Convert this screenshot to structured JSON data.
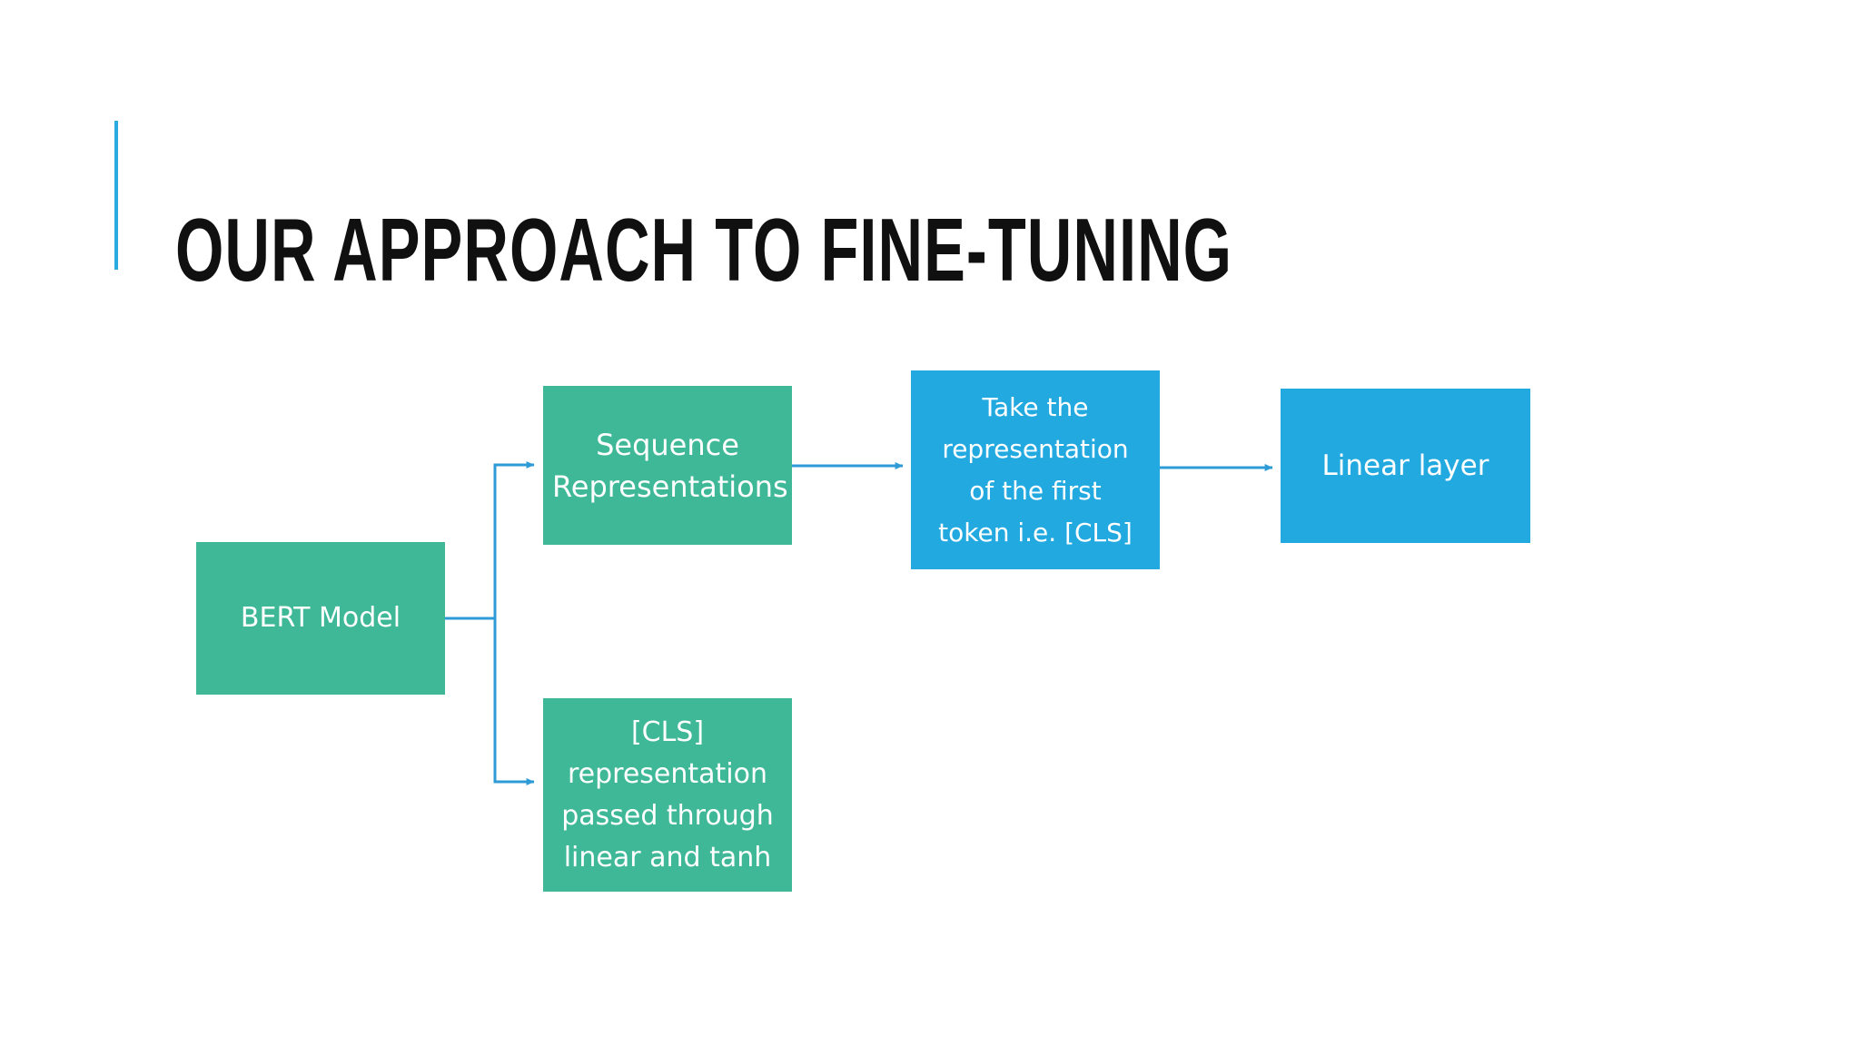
{
  "slide": {
    "title": "Our approach to fine-tuning",
    "background_color": "#FFFFFF",
    "title_color": "#101010",
    "accent_bar_color": "#29ABE2"
  },
  "palette": {
    "green": "#3FB898",
    "blue": "#22A9E0",
    "connector": "#2E9BD6",
    "node_text": "#FFFFFF"
  },
  "diagram": {
    "type": "flowchart",
    "nodes": [
      {
        "id": "bert",
        "label": "BERT Model",
        "color": "#3FB898",
        "shape": "rectangle"
      },
      {
        "id": "sequence",
        "label": "Sequence\nRepresentations",
        "color": "#3FB898",
        "shape": "rectangle"
      },
      {
        "id": "cls-pooled",
        "label": "[CLS]\nrepresentation\npassed through\nlinear and tanh",
        "color": "#3FB898",
        "shape": "rectangle"
      },
      {
        "id": "take-first-token",
        "label": "Take the\nrepresentation\nof the first\ntoken i.e. [CLS]",
        "color": "#22A9E0",
        "shape": "rectangle"
      },
      {
        "id": "linear-layer",
        "label": "Linear layer",
        "color": "#22A9E0",
        "shape": "rectangle"
      }
    ],
    "edges": [
      {
        "from": "bert",
        "to": "sequence",
        "style": "elbow",
        "arrowhead": true
      },
      {
        "from": "bert",
        "to": "cls-pooled",
        "style": "elbow",
        "arrowhead": true
      },
      {
        "from": "sequence",
        "to": "take-first-token",
        "style": "straight",
        "arrowhead": true
      },
      {
        "from": "take-first-token",
        "to": "linear-layer",
        "style": "straight",
        "arrowhead": true
      }
    ]
  }
}
